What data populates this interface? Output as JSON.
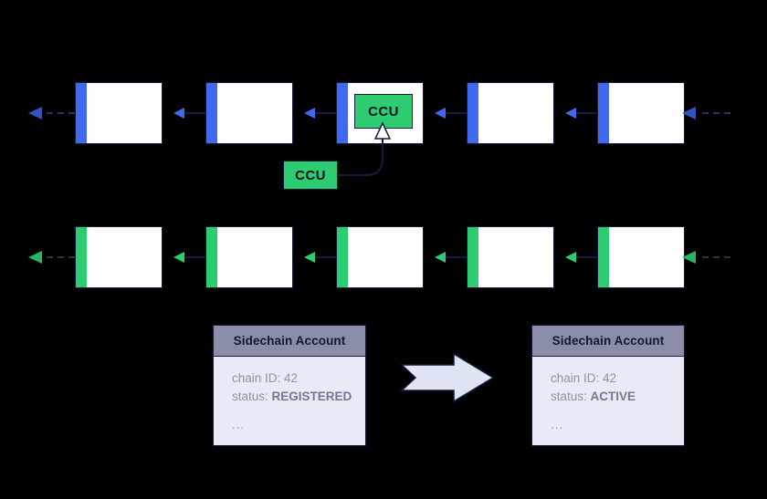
{
  "diagram": {
    "title": "Cross-chain update certificate sidechain registration diagram",
    "colors": {
      "background": "#000000",
      "mainchain_accent": "#4169f0",
      "sidechain_accent": "#2ecc71",
      "outline": "#141b3d",
      "block_fill": "#ffffff",
      "card_header": "#8a8da8",
      "card_body": "#e8ebf5",
      "big_arrow": "#dfe4f2",
      "muted_text": "#8e93a6"
    }
  },
  "mainchain": {
    "name": "mainchain-block-row",
    "accent": "#4169f0",
    "blocks": [
      {
        "name": "mainchain-block-1",
        "label": ""
      },
      {
        "name": "mainchain-block-2",
        "label": ""
      },
      {
        "name": "mainchain-block-3",
        "label": ""
      },
      {
        "name": "mainchain-block-4",
        "label": ""
      },
      {
        "name": "mainchain-block-5",
        "label": ""
      }
    ]
  },
  "sidechain": {
    "name": "sidechain-block-row",
    "accent": "#2ecc71",
    "blocks": [
      {
        "name": "sidechain-block-1",
        "label": ""
      },
      {
        "name": "sidechain-block-2",
        "label": ""
      },
      {
        "name": "sidechain-block-3",
        "label": ""
      },
      {
        "name": "sidechain-block-4",
        "label": ""
      },
      {
        "name": "sidechain-block-5",
        "label": ""
      }
    ]
  },
  "ccu": {
    "in_block_label": "CCU",
    "pending_label": "CCU"
  },
  "accounts": {
    "before": {
      "header": "Sidechain Account",
      "chain_id_label": "chain ID:",
      "chain_id_value": "42",
      "status_label": "status:",
      "status_value": "REGISTERED",
      "ellipsis": "..."
    },
    "after": {
      "header": "Sidechain Account",
      "chain_id_label": "chain ID:",
      "chain_id_value": "42",
      "status_label": "status:",
      "status_value": "ACTIVE",
      "ellipsis": "..."
    },
    "transition_arrow": "transition-arrow"
  }
}
